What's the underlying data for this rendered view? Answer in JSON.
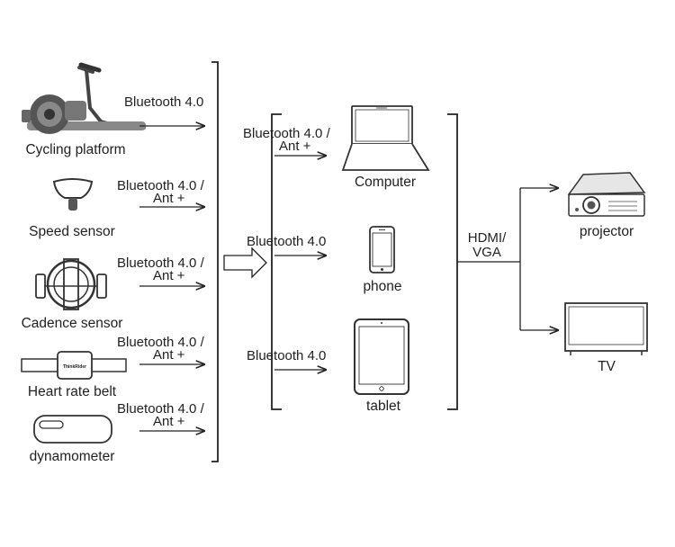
{
  "sensors": [
    {
      "name": "Cycling platform",
      "protocol_line1": "Bluetooth 4.0",
      "protocol_line2": "",
      "icon": "cycling-platform-icon"
    },
    {
      "name": "Speed sensor",
      "protocol_line1": "Bluetooth 4.0 /",
      "protocol_line2": "Ant +",
      "icon": "speed-sensor-icon"
    },
    {
      "name": "Cadence sensor",
      "protocol_line1": "Bluetooth 4.0 /",
      "protocol_line2": "Ant +",
      "icon": "cadence-sensor-icon"
    },
    {
      "name": "Heart rate belt",
      "protocol_line1": "Bluetooth 4.0 /",
      "protocol_line2": "Ant +",
      "icon": "heart-rate-belt-icon",
      "belt_brand": "ThinkRider"
    },
    {
      "name": "dynamometer",
      "protocol_line1": "Bluetooth 4.0 /",
      "protocol_line2": "Ant +",
      "icon": "dynamometer-icon"
    }
  ],
  "devices": [
    {
      "name": "Computer",
      "protocol_line1": "Bluetooth 4.0 /",
      "protocol_line2": "Ant +",
      "icon": "laptop-icon"
    },
    {
      "name": "phone",
      "protocol_line1": "Bluetooth 4.0",
      "protocol_line2": "",
      "icon": "phone-icon"
    },
    {
      "name": "tablet",
      "protocol_line1": "Bluetooth 4.0",
      "protocol_line2": "",
      "icon": "tablet-icon"
    }
  ],
  "output": {
    "interface_line1": "HDMI/",
    "interface_line2": "VGA",
    "targets": [
      {
        "name": "projector",
        "icon": "projector-icon"
      },
      {
        "name": "TV",
        "icon": "tv-icon"
      }
    ]
  },
  "colors": {
    "line": "#222222",
    "fill_dark": "#555555",
    "fill_light": "#e6e6e6"
  }
}
